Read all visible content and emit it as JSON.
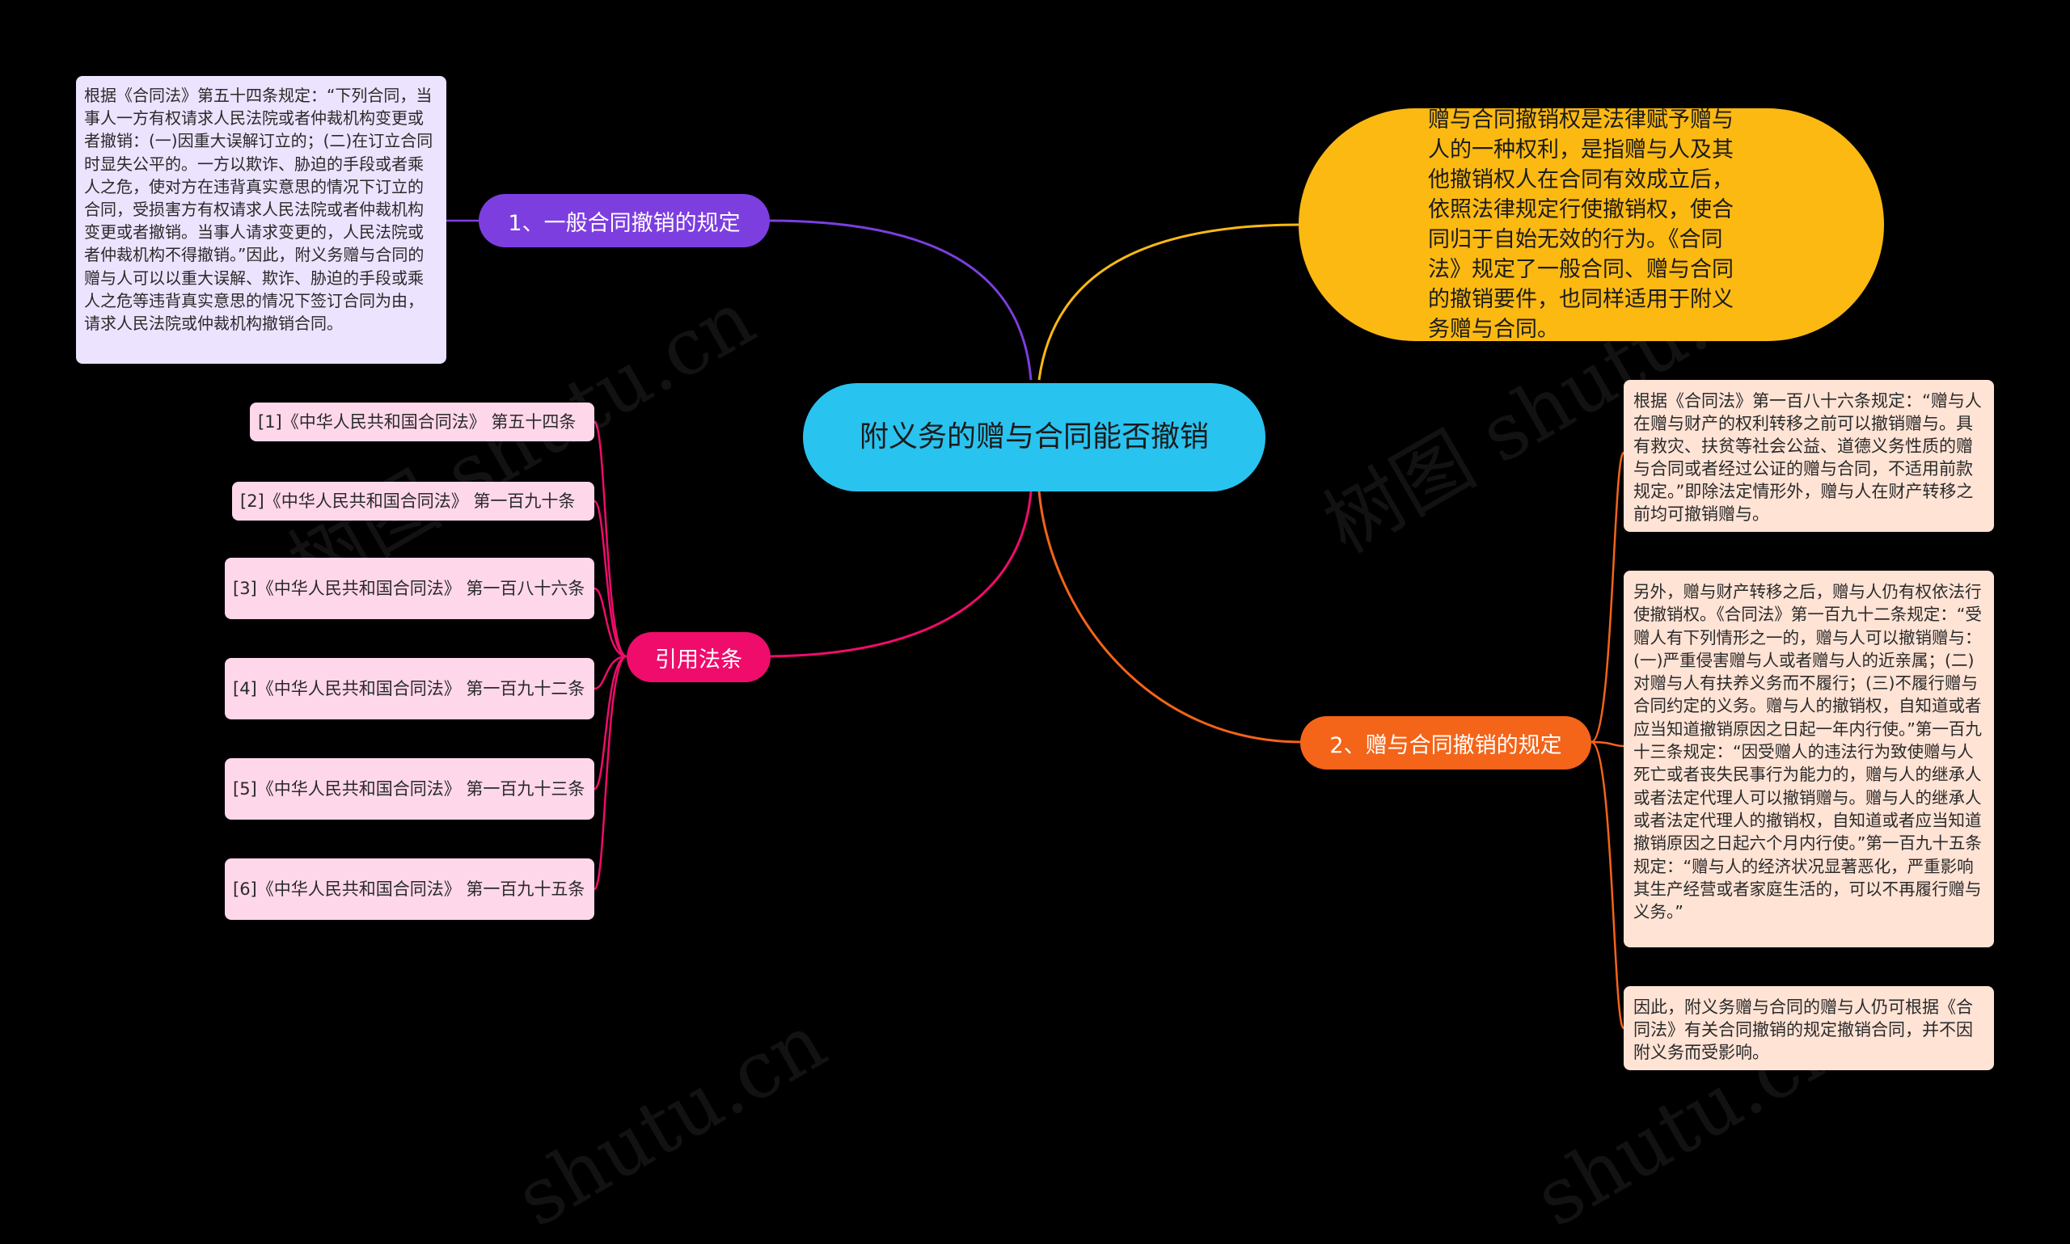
{
  "root": {
    "title": "附义务的赠与合同能否撤销",
    "color": "#29c3f0"
  },
  "summary": {
    "text": "赠与合同撤销权是法律赋予赠与人的一种权利，是指赠与人及其他撤销权人在合同有效成立后，依照法律规定行使撤销权，使合同归于自始无效的行为。《合同法》规定了一般合同、赠与合同的撤销要件，也同样适用于附义务赠与合同。",
    "color": "#fbb912"
  },
  "branch1": {
    "label": "1、一般合同撤销的规定",
    "color": "#7d3ee0",
    "card_color": "#ece3ff",
    "text": "根据《合同法》第五十四条规定：“下列合同，当事人一方有权请求人民法院或者仲裁机构变更或者撤销：(一)因重大误解订立的；(二)在订立合同时显失公平的。一方以欺诈、胁迫的手段或者乘人之危，使对方在违背真实意思的情况下订立的合同，受损害方有权请求人民法院或者仲裁机构变更或者撤销。当事人请求变更的，人民法院或者仲裁机构不得撤销。”因此，附义务赠与合同的赠与人可以以重大误解、欺诈、胁迫的手段或乘人之危等违背真实意思的情况下签订合同为由，请求人民法院或仲裁机构撤销合同。"
  },
  "branch2": {
    "label": "2、赠与合同撤销的规定",
    "color": "#f46419",
    "card_color": "#ffe3d5",
    "cards": [
      "根据《合同法》第一百八十六条规定：“赠与人在赠与财产的权利转移之前可以撤销赠与。具有救灾、扶贫等社会公益、道德义务性质的赠与合同或者经过公证的赠与合同，不适用前款规定。”即除法定情形外，赠与人在财产转移之前均可撤销赠与。",
      "另外，赠与财产转移之后，赠与人仍有权依法行使撤销权。《合同法》第一百九十二条规定：“受赠人有下列情形之一的，赠与人可以撤销赠与：(一)严重侵害赠与人或者赠与人的近亲属；(二)对赠与人有扶养义务而不履行；(三)不履行赠与合同约定的义务。赠与人的撤销权，自知道或者应当知道撤销原因之日起一年内行使。”第一百九十三条规定：“因受赠人的违法行为致使赠与人死亡或者丧失民事行为能力的，赠与人的继承人或者法定代理人可以撤销赠与。赠与人的继承人或者法定代理人的撤销权，自知道或者应当知道撤销原因之日起六个月内行使。”第一百九十五条规定：“赠与人的经济状况显著恶化，严重影响其生产经营或者家庭生活的，可以不再履行赠与义务。”",
      "因此，附义务赠与合同的赠与人仍可根据《合同法》有关合同撤销的规定撤销合同，并不因附义务而受影响。"
    ]
  },
  "branch3": {
    "label": "引用法条",
    "color": "#ef0c6b",
    "card_color": "#ffd7ea",
    "items": [
      "[1]《中华人民共和国合同法》 第五十四条",
      "[2]《中华人民共和国合同法》 第一百九十条",
      "[3]《中华人民共和国合同法》 第一百八十六条",
      "[4]《中华人民共和国合同法》 第一百九十二条",
      "[5]《中华人民共和国合同法》 第一百九十三条",
      "[6]《中华人民共和国合同法》 第一百九十五条"
    ]
  },
  "watermarks": [
    "树图 shutu.cn",
    "树图 shutu.cn",
    "shutu.cn",
    "shutu.cn"
  ]
}
